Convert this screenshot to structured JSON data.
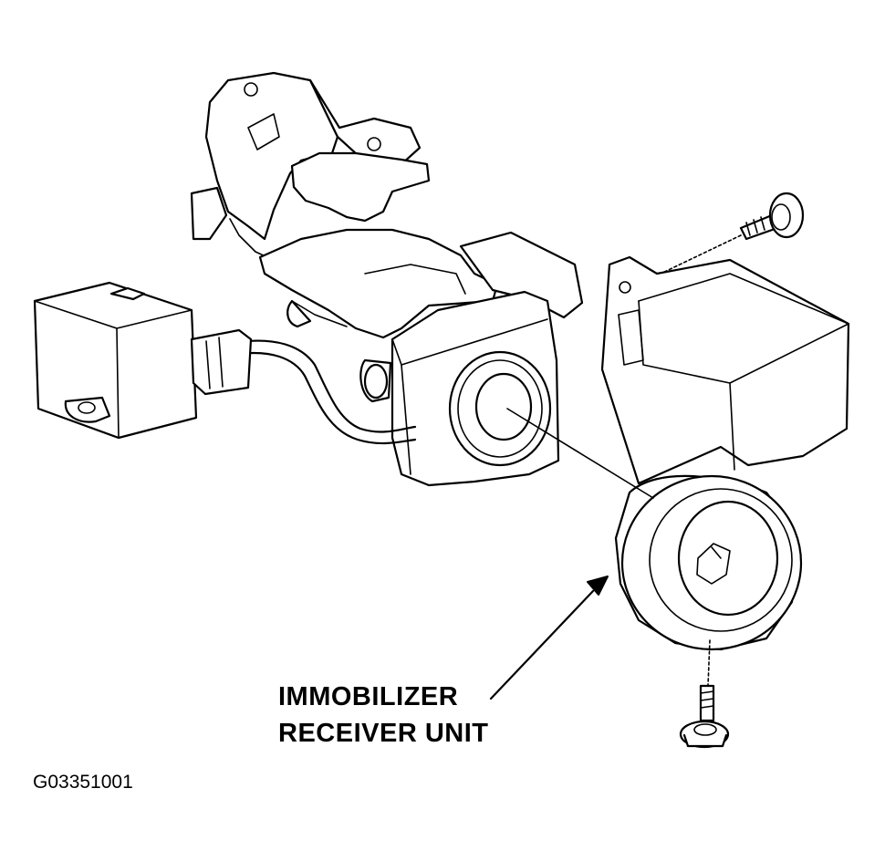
{
  "callout": {
    "line1": "IMMOBILIZER",
    "line2": "RECEIVER UNIT"
  },
  "figure_id": "G03351001",
  "colors": {
    "line": "#000000",
    "background": "#ffffff"
  }
}
